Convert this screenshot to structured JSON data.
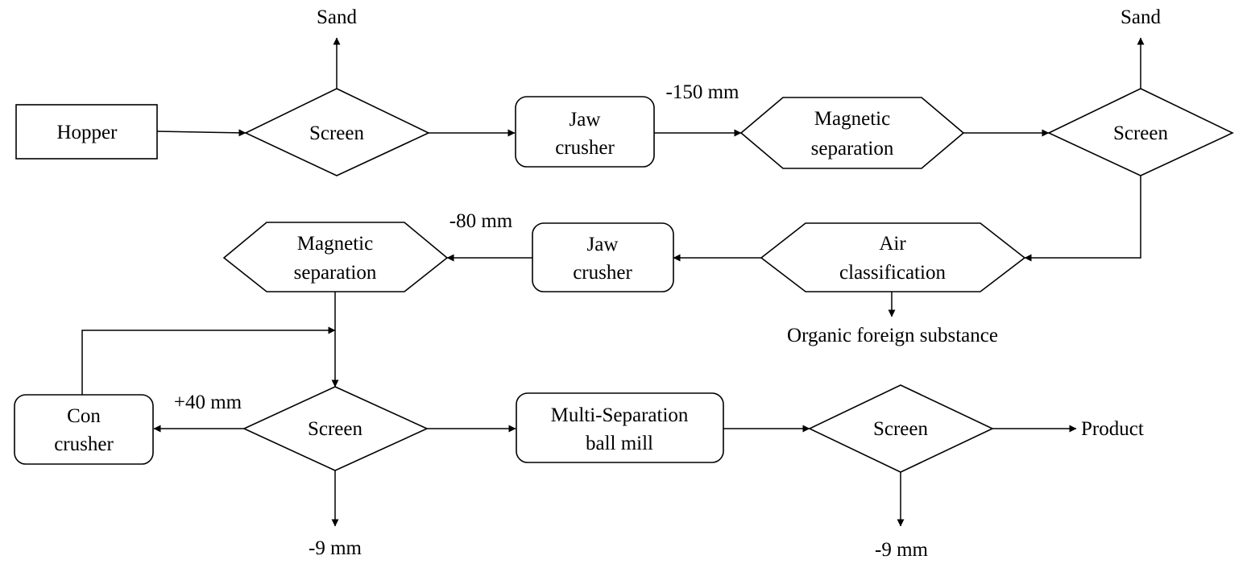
{
  "nodes": {
    "hopper": "Hopper",
    "screen1": "Screen",
    "jaw1": [
      "Jaw",
      "crusher"
    ],
    "mag1": [
      "Magnetic",
      "separation"
    ],
    "screen2": "Screen",
    "air": [
      "Air",
      "classification"
    ],
    "jaw2": [
      "Jaw",
      "crusher"
    ],
    "mag2": [
      "Magnetic",
      "separation"
    ],
    "screen3": "Screen",
    "con": [
      "Con",
      "crusher"
    ],
    "ballmill": [
      "Multi-Separation",
      "ball mill"
    ],
    "screen4": "Screen"
  },
  "outputs": {
    "sand1": "Sand",
    "sand2": "Sand",
    "organic": "Organic foreign substance",
    "fines1": "-9 mm",
    "fines2": "-9 mm",
    "product": "Product"
  },
  "edge_labels": {
    "jaw1_out": "-150 mm",
    "jaw2_out": "-80 mm",
    "oversize": "+40 mm"
  },
  "colors": {
    "highlight": "#e8262d",
    "line": "#000000",
    "return_line": "#808080"
  }
}
